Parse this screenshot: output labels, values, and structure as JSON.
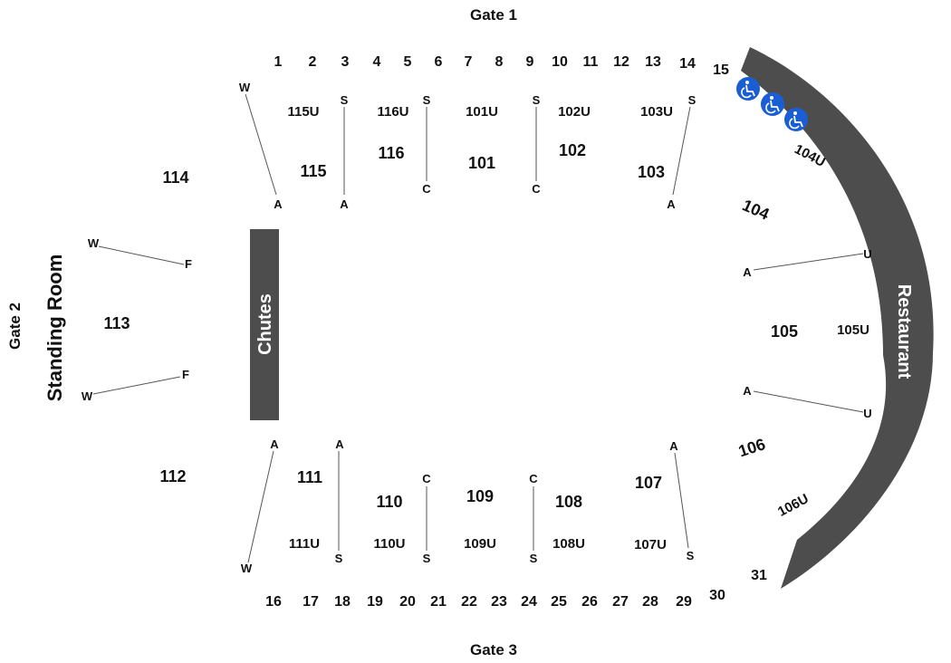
{
  "gates": {
    "top": "Gate 1",
    "left": "Gate 2",
    "bottom": "Gate 3"
  },
  "standing_room": "Standing Room",
  "chutes": "Chutes",
  "restaurant": "Restaurant",
  "top_gate_numbers": [
    "1",
    "2",
    "3",
    "4",
    "5",
    "6",
    "7",
    "8",
    "9",
    "10",
    "11",
    "12",
    "13",
    "14",
    "15"
  ],
  "bottom_gate_numbers": [
    "16",
    "17",
    "18",
    "19",
    "20",
    "21",
    "22",
    "23",
    "24",
    "25",
    "26",
    "27",
    "28",
    "29",
    "30",
    "31"
  ],
  "sections_top": [
    "115",
    "116",
    "101",
    "102",
    "103"
  ],
  "sections_top_upper": [
    "115U",
    "116U",
    "101U",
    "102U",
    "103U"
  ],
  "sections_bottom": [
    "111",
    "110",
    "109",
    "108",
    "107"
  ],
  "sections_bottom_upper": [
    "111U",
    "110U",
    "109U",
    "108U",
    "107U"
  ],
  "sections_side": {
    "s114": "114",
    "s113": "113",
    "s112": "112",
    "s104": "104",
    "s104u": "104U",
    "s105": "105",
    "s105u": "105U",
    "s106": "106",
    "s106u": "106U"
  },
  "markers": {
    "w": "W",
    "a": "A",
    "s": "S",
    "c": "C",
    "f": "F",
    "u": "U"
  },
  "accessible_icon": "wheelchair-icon",
  "colors": {
    "band": "#4d4d4d",
    "accessible": "#1a5ed6"
  }
}
